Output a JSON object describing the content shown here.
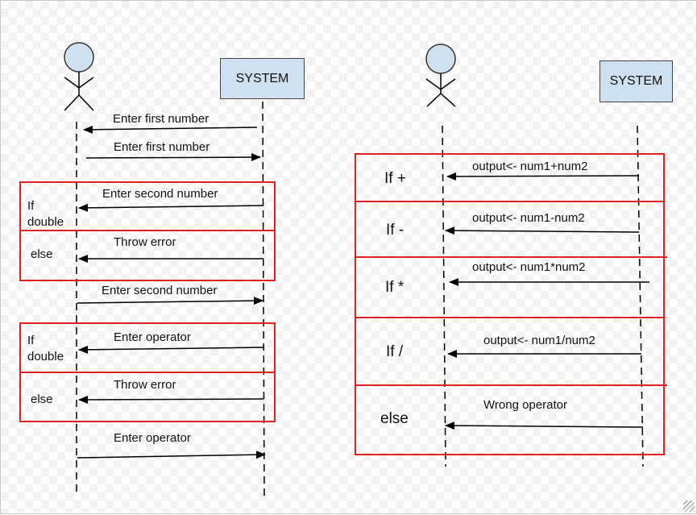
{
  "left_diagram": {
    "system_label": "SYSTEM",
    "messages": [
      "Enter first number",
      "Enter first number",
      "Enter second number",
      "Throw error",
      "Enter second number",
      "Enter operator",
      "Throw error",
      "Enter operator"
    ],
    "frame1": {
      "if_label": "If\ndouble",
      "else_label": "else"
    },
    "frame2": {
      "if_label": "If\ndouble",
      "else_label": "else"
    }
  },
  "right_diagram": {
    "system_label": "SYSTEM",
    "messages": [
      "output<- num1+num2",
      "output<- num1-num2",
      "output<- num1*num2",
      "output<- num1/num2",
      "Wrong operator"
    ],
    "conditions": [
      "If +",
      "If -",
      "If *",
      "If /",
      "else"
    ]
  },
  "colors": {
    "frame": "#e02020",
    "system_fill": "#cfe0f1",
    "actor_fill": "#cfe0f1"
  }
}
